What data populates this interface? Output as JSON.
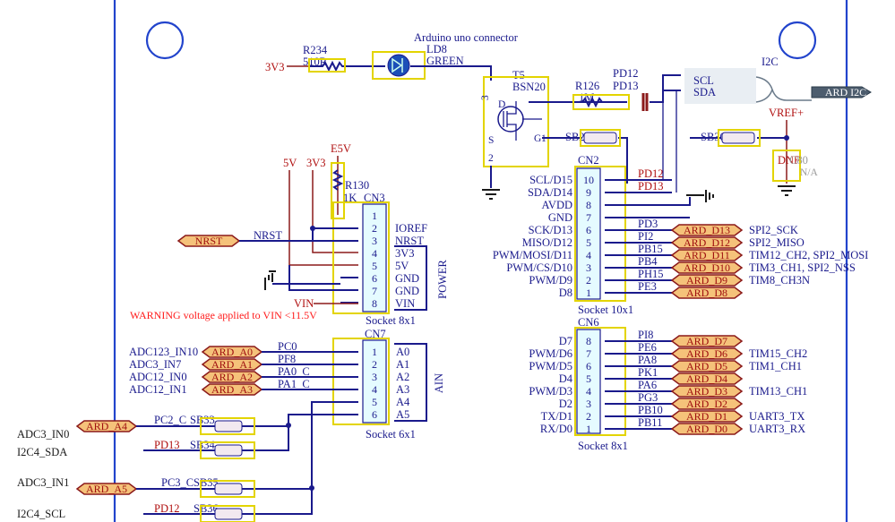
{
  "header": {
    "title": "Arduino uno connector"
  },
  "led": {
    "resistor_ref": "R234",
    "resistor_val": "510R",
    "rail": "3V3",
    "ref": "LD8",
    "color": "GREEN"
  },
  "transistor": {
    "ref": "T5",
    "part": "BSN20",
    "pin_d": "D",
    "pin_g": "G",
    "pin_s": "S",
    "num1": "1",
    "num2": "2",
    "num3": "3"
  },
  "i2c_top": {
    "r_ref": "R126",
    "r_val": "1M",
    "net_a": "PD12",
    "net_b": "PD13",
    "label": "I2C",
    "scl": "SCL",
    "sda": "SDA",
    "port": "ARD I2C"
  },
  "bridges": {
    "sb29": "SB29",
    "sb30": "SB30",
    "sb33": "SB33",
    "sb34": "SB34",
    "sb35": "SB35",
    "sb36": "SB36"
  },
  "vref": {
    "name": "VREF+",
    "cap": "C80",
    "dnf": "DNF",
    "value": "N/A"
  },
  "power_rails": {
    "v5": "5V",
    "v3": "3V3",
    "e5v": "E5V",
    "vin": "VIN"
  },
  "r130": {
    "ref": "R130",
    "val": "1K"
  },
  "cn3": {
    "ref": "CN3",
    "desc": "Socket 8x1",
    "group": "POWER",
    "pins": [
      "1",
      "2",
      "3",
      "4",
      "5",
      "6",
      "7",
      "8"
    ],
    "labels": [
      "IOREF",
      "NRST",
      "3V3",
      "5V",
      "GND",
      "GND",
      "VIN"
    ]
  },
  "nrst": {
    "port": "NRST",
    "net": "NRST"
  },
  "warning": "WARNING voltage applied to VIN <11.5V",
  "cn7": {
    "ref": "CN7",
    "desc": "Socket 6x1",
    "group": "AIN",
    "pins": [
      "1",
      "2",
      "3",
      "4",
      "5",
      "6"
    ],
    "labels": [
      "A0",
      "A1",
      "A2",
      "A3",
      "A4",
      "A5"
    ],
    "signals": [
      "ADC123_IN10",
      "ADC3_IN7",
      "ADC12_IN0",
      "ADC12_IN1"
    ],
    "ports": [
      "ARD_A0",
      "ARD_A1",
      "ARD_A2",
      "ARD_A3"
    ],
    "nets": [
      "PC0",
      "PF8",
      "PA0_C",
      "PA1_C"
    ]
  },
  "lower_left": {
    "a4": {
      "signal": "ADC3_IN0",
      "port": "ARD_A4",
      "net": "PC2_C",
      "sda": "I2C4_SDA",
      "sda_net": "PD13"
    },
    "a5": {
      "signal": "ADC3_IN1",
      "port": "ARD_A5",
      "net": "PC3_C",
      "scl": "I2C4_SCL",
      "scl_net": "PD12"
    }
  },
  "cn2": {
    "ref": "CN2",
    "desc": "Socket 10x1",
    "pins": [
      "10",
      "9",
      "8",
      "7",
      "6",
      "5",
      "4",
      "3",
      "2",
      "1"
    ],
    "left_labels": [
      "SCL/D15",
      "SDA/D14",
      "AVDD",
      "GND",
      "SCK/D13",
      "MISO/D12",
      "PWM/MOSI/D11",
      "PWM/CS/D10",
      "PWM/D9",
      "D8"
    ],
    "nets": [
      "PD12",
      "PD13",
      "",
      "",
      "PD3",
      "PI2",
      "PB15",
      "PB4",
      "PH15",
      "PE3"
    ],
    "ports": [
      "ARD_D13",
      "ARD_D12",
      "ARD_D11",
      "ARD_D10",
      "ARD_D9",
      "ARD_D8"
    ],
    "funcs": [
      "SPI2_SCK",
      "SPI2_MISO",
      "TIM12_CH2, SPI2_MOSI",
      "TIM3_CH1, SPI2_NSS",
      "TIM8_CH3N",
      ""
    ]
  },
  "cn6": {
    "ref": "CN6",
    "desc": "Socket 8x1",
    "pins": [
      "8",
      "7",
      "6",
      "5",
      "4",
      "3",
      "2",
      "1"
    ],
    "left_labels": [
      "D7",
      "PWM/D6",
      "PWM/D5",
      "D4",
      "PWM/D3",
      "D2",
      "TX/D1",
      "RX/D0"
    ],
    "nets": [
      "PI8",
      "PE6",
      "PA8",
      "PK1",
      "PA6",
      "PG3",
      "PB10",
      "PB11"
    ],
    "ports": [
      "ARD_D7",
      "ARD_D6",
      "ARD_D5",
      "ARD_D4",
      "ARD_D3",
      "ARD_D2",
      "ARD_D1",
      "ARD_D0"
    ],
    "funcs": [
      "",
      "TIM15_CH2",
      "TIM1_CH1",
      "",
      "TIM13_CH1",
      "",
      "UART3_TX",
      "UART3_RX"
    ]
  }
}
